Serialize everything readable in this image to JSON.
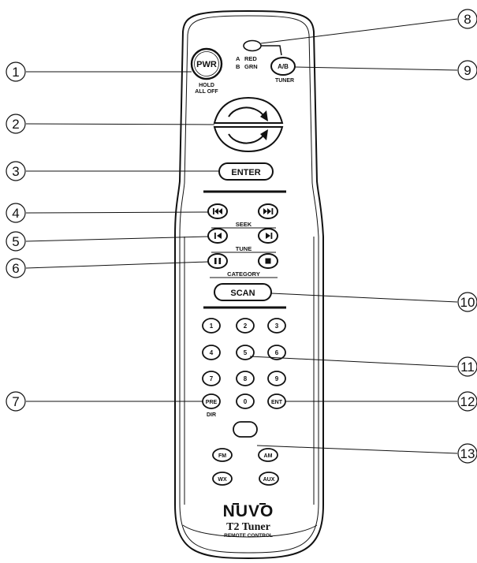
{
  "remote": {
    "power": {
      "label": "PWR",
      "sub1": "HOLD",
      "sub2": "ALL OFF"
    },
    "led": {
      "a": "A",
      "b": "B",
      "red": "RED",
      "grn": "GRN"
    },
    "ab": {
      "label": "A/B",
      "sub": "TUNER"
    },
    "enter_label": "ENTER",
    "seek_label": "SEEK",
    "tune_label": "TUNE",
    "category_label": "CATEGORY",
    "scan_label": "SCAN",
    "keypad": [
      "1",
      "2",
      "3",
      "4",
      "5",
      "6",
      "7",
      "8",
      "9"
    ],
    "pre": {
      "label": "PRE",
      "sub": "DIR"
    },
    "zero": "0",
    "ent": "ENT",
    "sources": [
      "FM",
      "AM",
      "WX",
      "AUX"
    ],
    "brand": "NUVO",
    "model": "T2 Tuner",
    "subtitle": "REMOTE CONTROL"
  },
  "callouts": [
    "1",
    "2",
    "3",
    "4",
    "5",
    "6",
    "7",
    "8",
    "9",
    "10",
    "11",
    "12",
    "13"
  ]
}
